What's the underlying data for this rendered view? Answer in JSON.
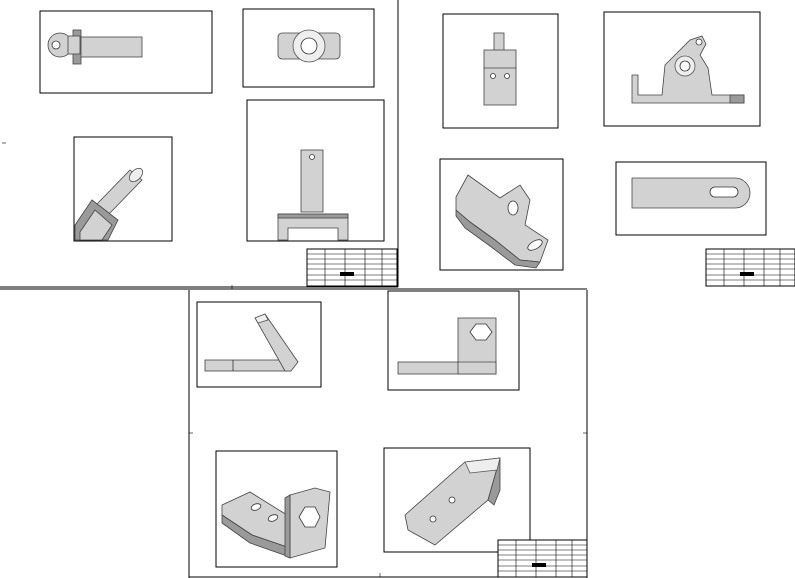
{
  "image": {
    "description_tag": "drawing-sheets",
    "sheets": [
      {
        "id": "sheet-1",
        "views": 4
      },
      {
        "id": "sheet-2",
        "views": 4
      },
      {
        "id": "sheet-3",
        "views": 4
      }
    ]
  },
  "colors": {
    "paper": "#ffffff",
    "line": "#000000",
    "part_face": "#d2d2d2",
    "part_shadow": "#9a9a9a"
  }
}
